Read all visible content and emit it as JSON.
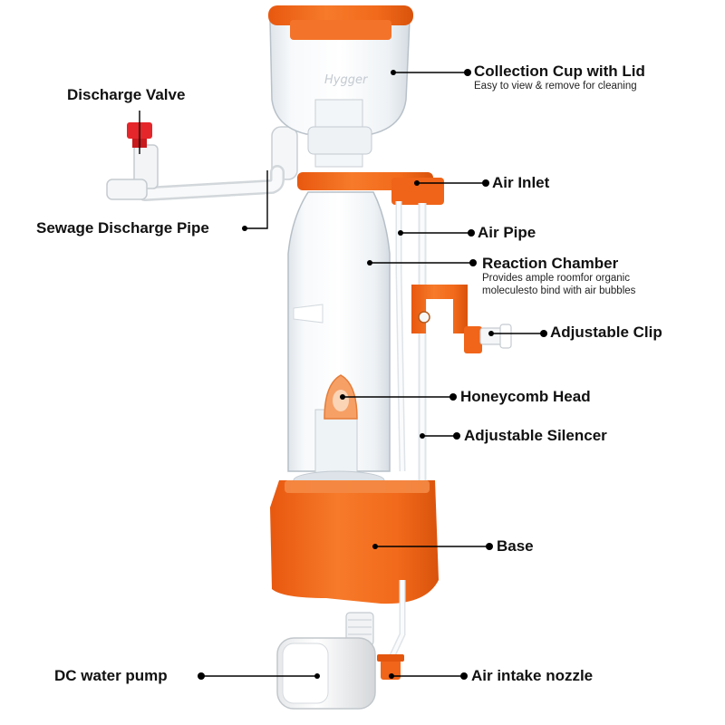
{
  "colors": {
    "accent_orange": "#f26a1b",
    "dark_orange": "#d9530c",
    "clear_acrylic": "#eef2f5",
    "line": "#000000",
    "text": "#111111"
  },
  "product": {
    "brand_mark": "Hygger"
  },
  "labels": {
    "collection_cup": {
      "title": "Collection Cup with Lid",
      "subtitle": "Easy to view & remove for cleaning"
    },
    "discharge_valve": {
      "title": "Discharge Valve"
    },
    "air_inlet": {
      "title": "Air Inlet"
    },
    "sewage_pipe": {
      "title": "Sewage Discharge Pipe"
    },
    "air_pipe": {
      "title": "Air Pipe"
    },
    "reaction_chamber": {
      "title": "Reaction Chamber",
      "subtitle_line1": "Provides ample roomfor organic",
      "subtitle_line2": "moleculesto bind with air bubbles"
    },
    "adjustable_clip": {
      "title": "Adjustable Clip"
    },
    "honeycomb_head": {
      "title": "Honeycomb Head"
    },
    "adjustable_silencer": {
      "title": "Adjustable Silencer"
    },
    "base": {
      "title": "Base"
    },
    "dc_pump": {
      "title": "DC water pump"
    },
    "air_intake": {
      "title": "Air intake nozzle"
    }
  }
}
